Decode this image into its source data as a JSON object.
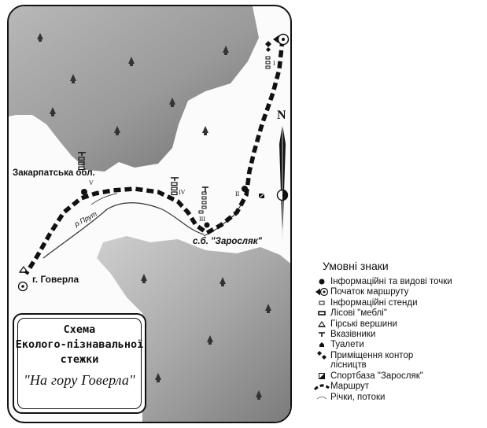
{
  "map": {
    "region_label": "Закарпатська обл.",
    "peak_label": "г. Говерла",
    "base_label": "с.б. \"Заросляк\"",
    "river_label": "р.Прут",
    "north_label": "N",
    "stops": [
      "I",
      "II",
      "III",
      "IV",
      "V"
    ]
  },
  "title_box": {
    "line1": "Схема",
    "line2": "Еколого-пізнавальної",
    "line3": "стежки",
    "name": "\"На гору Говерла\""
  },
  "legend": {
    "title": "Умовні знаки",
    "items": [
      {
        "icon": "info-point-icon",
        "label": "Інформаційні та видові точки"
      },
      {
        "icon": "route-start-icon",
        "label": "Початок маршруту"
      },
      {
        "icon": "info-stand-icon",
        "label": "Інформаційні стенди"
      },
      {
        "icon": "forest-furniture-icon",
        "label": "Лісові \"меблі\""
      },
      {
        "icon": "mountain-peak-icon",
        "label": "Гірські вершини"
      },
      {
        "icon": "signpost-icon",
        "label": "Вказівники"
      },
      {
        "icon": "toilet-icon",
        "label": "Туалети"
      },
      {
        "icon": "forester-office-icon",
        "label": "Приміщення контор",
        "label2": "лісництв"
      },
      {
        "icon": "sports-base-icon",
        "label": "Спортбаза \"Заросляк\""
      },
      {
        "icon": "route-icon",
        "label": "Маршрут"
      },
      {
        "icon": "river-icon",
        "label": "Річки, потоки"
      }
    ]
  },
  "colors": {
    "ink": "#111111",
    "forest_dark": "#8a8a8a",
    "forest_light": "#c4c4c4",
    "paper": "#fbfbfb"
  }
}
